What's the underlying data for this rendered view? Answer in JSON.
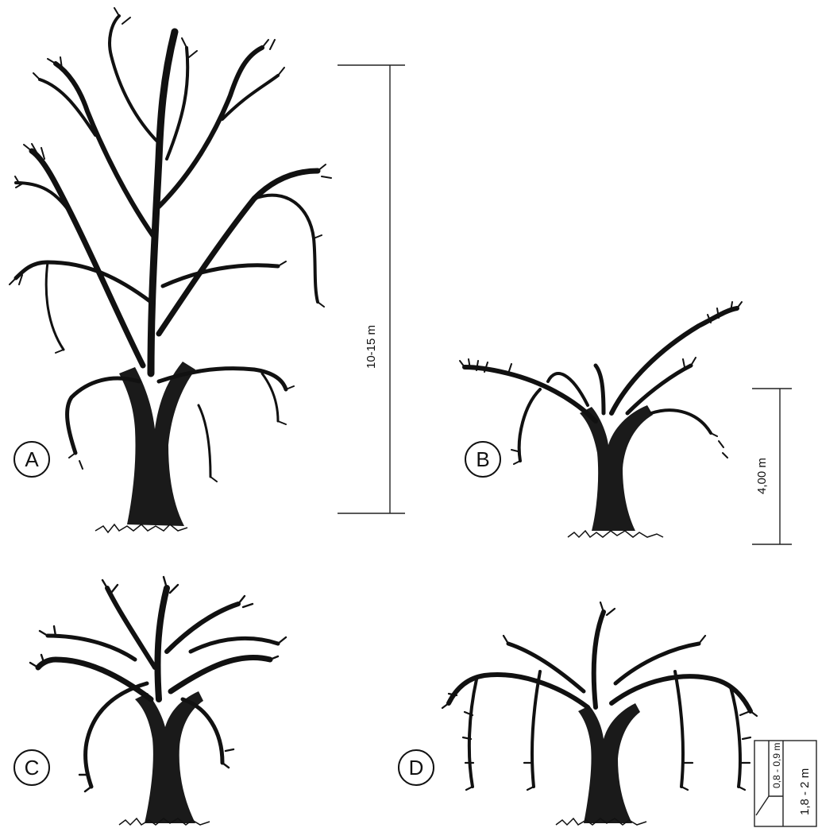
{
  "figures": [
    {
      "id": "A",
      "label": "A",
      "dimension": "10-15 m"
    },
    {
      "id": "B",
      "label": "B",
      "dimension": "4,00 m"
    },
    {
      "id": "C",
      "label": "C"
    },
    {
      "id": "D",
      "label": "D",
      "dimension_inner": "0,8 - 0,9 m",
      "dimension_outer": "1,8 - 2 m"
    }
  ]
}
